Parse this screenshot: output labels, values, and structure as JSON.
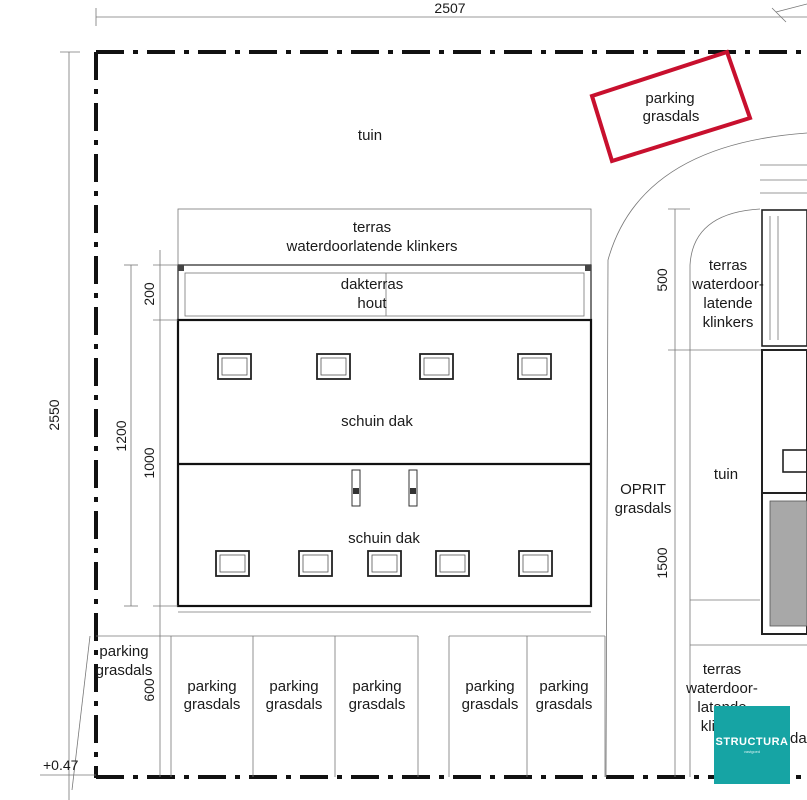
{
  "dimensions": {
    "top_width": "2507",
    "left_height": "2550",
    "h1200": "1200",
    "h1000": "1000",
    "h200": "200",
    "h600": "600",
    "h500": "500",
    "h1500": "1500",
    "level": "+0.47"
  },
  "labels": {
    "tuin_top": "tuin",
    "parking_corner": [
      "parking",
      "grasdals"
    ],
    "terras_top": [
      "terras",
      "waterdoorlatende klinkers"
    ],
    "dakterras": [
      "dakterras",
      "hout"
    ],
    "schuin_dak_1": "schuin dak",
    "schuin_dak_2": "schuin dak",
    "oprit": [
      "OPRIT",
      "grasdals"
    ],
    "terras_right_top": [
      "terras",
      "waterdoor-",
      "latende",
      "klinkers"
    ],
    "tuin_right": "tuin",
    "terras_right_bottom": [
      "terras",
      "waterdoor-",
      "latende",
      "klin"
    ],
    "da_cut": "da",
    "parking_left": [
      "parking",
      "grasdals"
    ],
    "parking_spots": [
      [
        "parking",
        "grasdals"
      ],
      [
        "parking",
        "grasdals"
      ],
      [
        "parking",
        "grasdals"
      ],
      [
        "parking",
        "grasdals"
      ],
      [
        "parking",
        "grasdals"
      ]
    ]
  },
  "logo": {
    "text": "STRUCTURA",
    "sub": "vastgoed",
    "color": "#16a4a4"
  },
  "colors": {
    "highlight": "#c8102e"
  }
}
